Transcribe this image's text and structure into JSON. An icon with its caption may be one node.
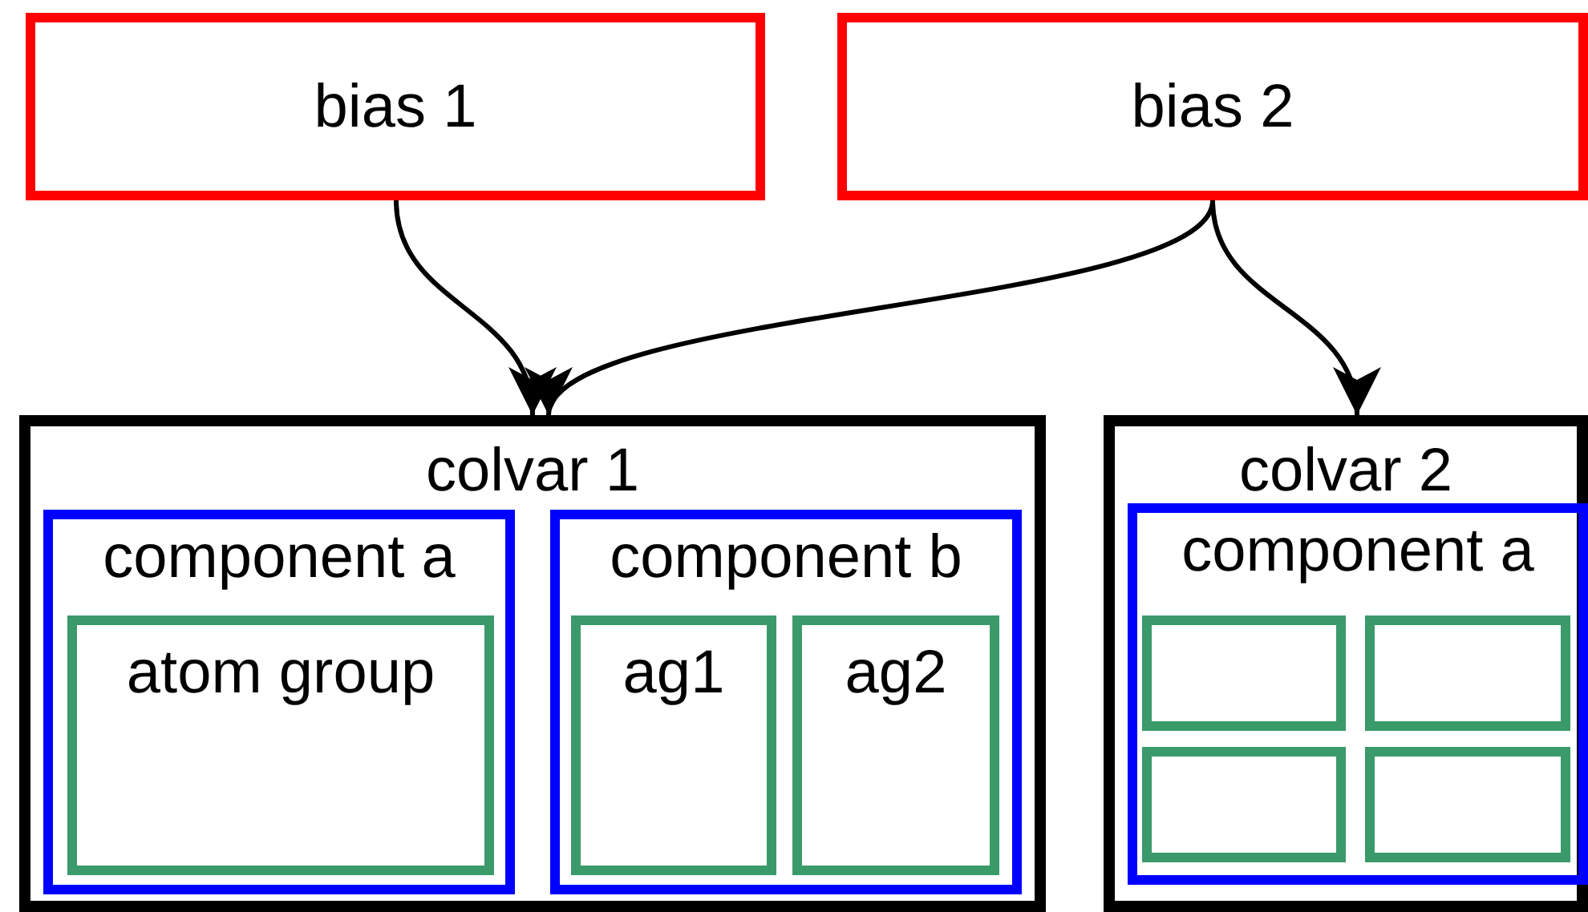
{
  "diagram": {
    "nodes": [
      {
        "text": [
          "bias 1"
        ]
      },
      {
        "text": [
          "bias 2"
        ]
      },
      {
        "text": [
          "colvar 1"
        ]
      },
      {
        "text": [
          "component a"
        ],
        "in": 2
      },
      {
        "text": [
          "atom group"
        ],
        "in": 3
      },
      {
        "text": [
          "component b"
        ],
        "in": 2
      },
      {
        "text": [
          "ag1"
        ],
        "in": 5
      },
      {
        "text": [
          "ag2"
        ],
        "in": 5
      },
      {
        "text": [
          "colvar 2"
        ]
      },
      {
        "text": [
          "component a"
        ],
        "in": 8
      },
      {
        "text": [],
        "shape": "box",
        "in": 9
      },
      {
        "text": [],
        "shape": "box",
        "in": 9
      },
      {
        "text": [],
        "shape": "box",
        "in": 9
      },
      {
        "text": [],
        "shape": "box",
        "in": 9
      }
    ],
    "edges": [
      {
        "from": 0,
        "to": 2,
        "arrow": "to"
      },
      {
        "from": 1,
        "to": 2,
        "arrow": "to"
      },
      {
        "from": 1,
        "to": 8,
        "arrow": "to"
      }
    ]
  }
}
